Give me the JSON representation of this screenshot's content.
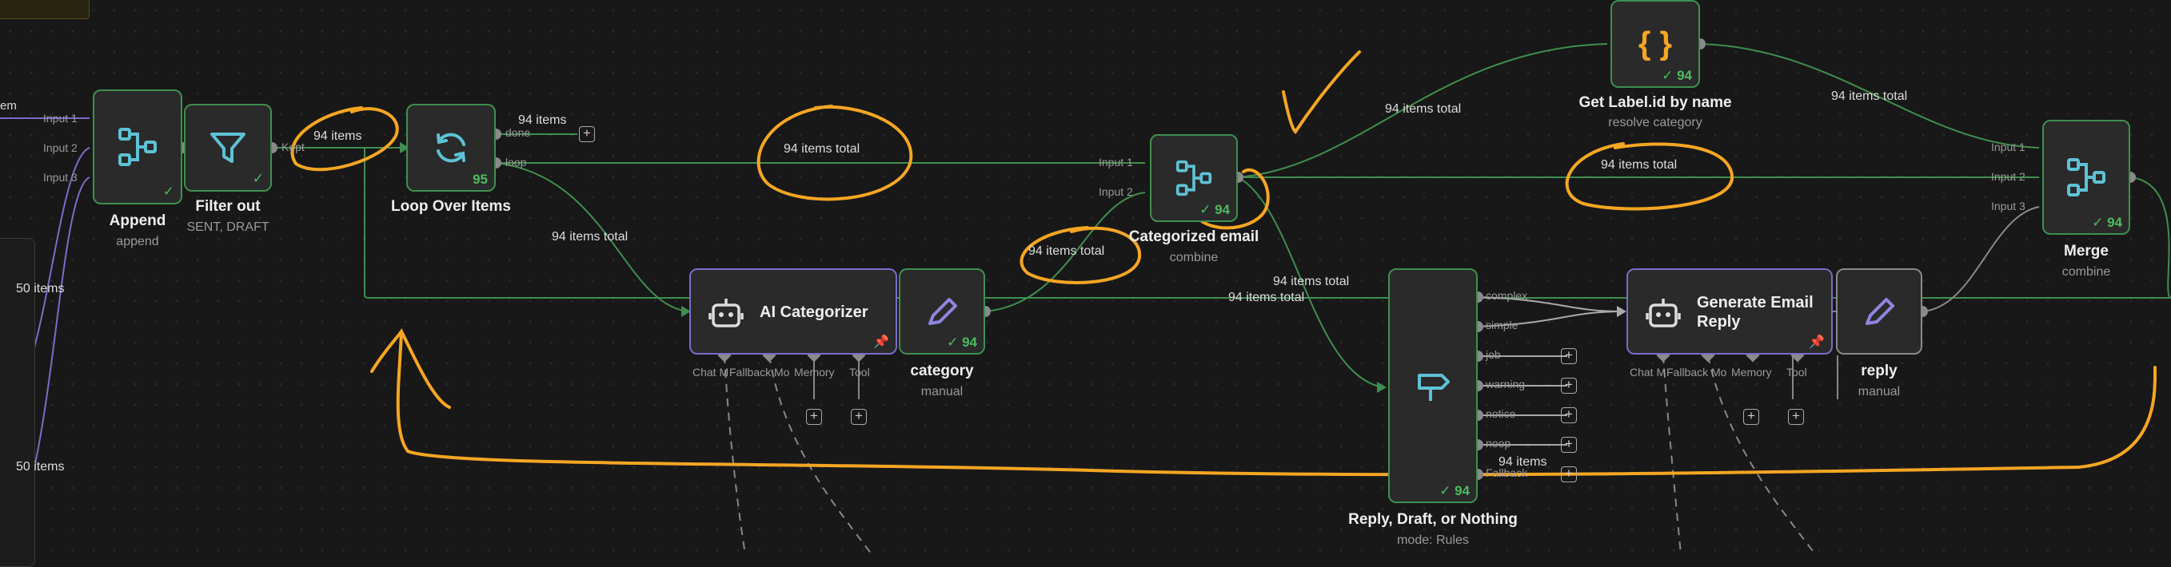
{
  "colors": {
    "success": "#4dbb5f",
    "ai_border": "#7b6cc9",
    "annotation": "#f5a623",
    "edge": "#3f8f4f",
    "icon_blue": "#5ec2d6",
    "icon_orange": "#f5a623",
    "icon_purple": "#8f86e0"
  },
  "left": {
    "item_label": "em",
    "input1": "Input 1",
    "input2": "Input 2",
    "input3": "Input 3",
    "items_a": "50 items",
    "items_b": "50 items"
  },
  "append": {
    "title": "Append",
    "subtitle": "append",
    "icon": "merge-icon"
  },
  "filter": {
    "title": "Filter out",
    "subtitle": "SENT, DRAFT",
    "port": "Kept",
    "icon": "filter-icon"
  },
  "loop": {
    "title": "Loop Over Items",
    "count": "95",
    "port_done": "done",
    "port_loop": "loop",
    "icon": "refresh-icon"
  },
  "categorized": {
    "title": "Categorized email",
    "subtitle": "combine",
    "input1": "Input 1",
    "input2": "Input 2",
    "count": "94"
  },
  "getlabel": {
    "title": "Get Label.id by name",
    "subtitle": "resolve category",
    "count": "94",
    "icon": "code-braces-icon"
  },
  "merge": {
    "title": "Merge",
    "subtitle": "combine",
    "input1": "Input 1",
    "input2": "Input 2",
    "input3": "Input 3",
    "count": "94"
  },
  "ai_categorizer": {
    "title": "AI Categorizer",
    "ports": [
      "Chat M",
      "Fallback Mo",
      "Memory",
      "Tool"
    ]
  },
  "category": {
    "title": "category",
    "subtitle": "manual",
    "count": "94"
  },
  "router": {
    "title": "Reply, Draft, or Nothing",
    "subtitle": "mode: Rules",
    "count": "94",
    "ports": [
      "complex",
      "simple",
      "job",
      "warning",
      "notice",
      "noop",
      "Fallback"
    ]
  },
  "gen_reply": {
    "title_line1": "Generate Email",
    "title_line2": "Reply",
    "ports": [
      "Chat M",
      "Fallback Mo",
      "Memory",
      "Tool"
    ]
  },
  "reply": {
    "title": "reply",
    "subtitle": "manual"
  },
  "edges": {
    "e_filter_loop": "94 items",
    "e_loop_done": "94 items",
    "e_loop_cat": "94 items total",
    "e_loop_ai": "94 items total",
    "e_cat_cat2": "94 items total",
    "e_cat_getlabel": "94 items total",
    "e_getlabel_merge": "94 items total",
    "e_cat_merge": "94 items total",
    "e_cat_router": "94 items total",
    "e_category_cat": "94 items total",
    "e_router_fallback": "94 items"
  }
}
